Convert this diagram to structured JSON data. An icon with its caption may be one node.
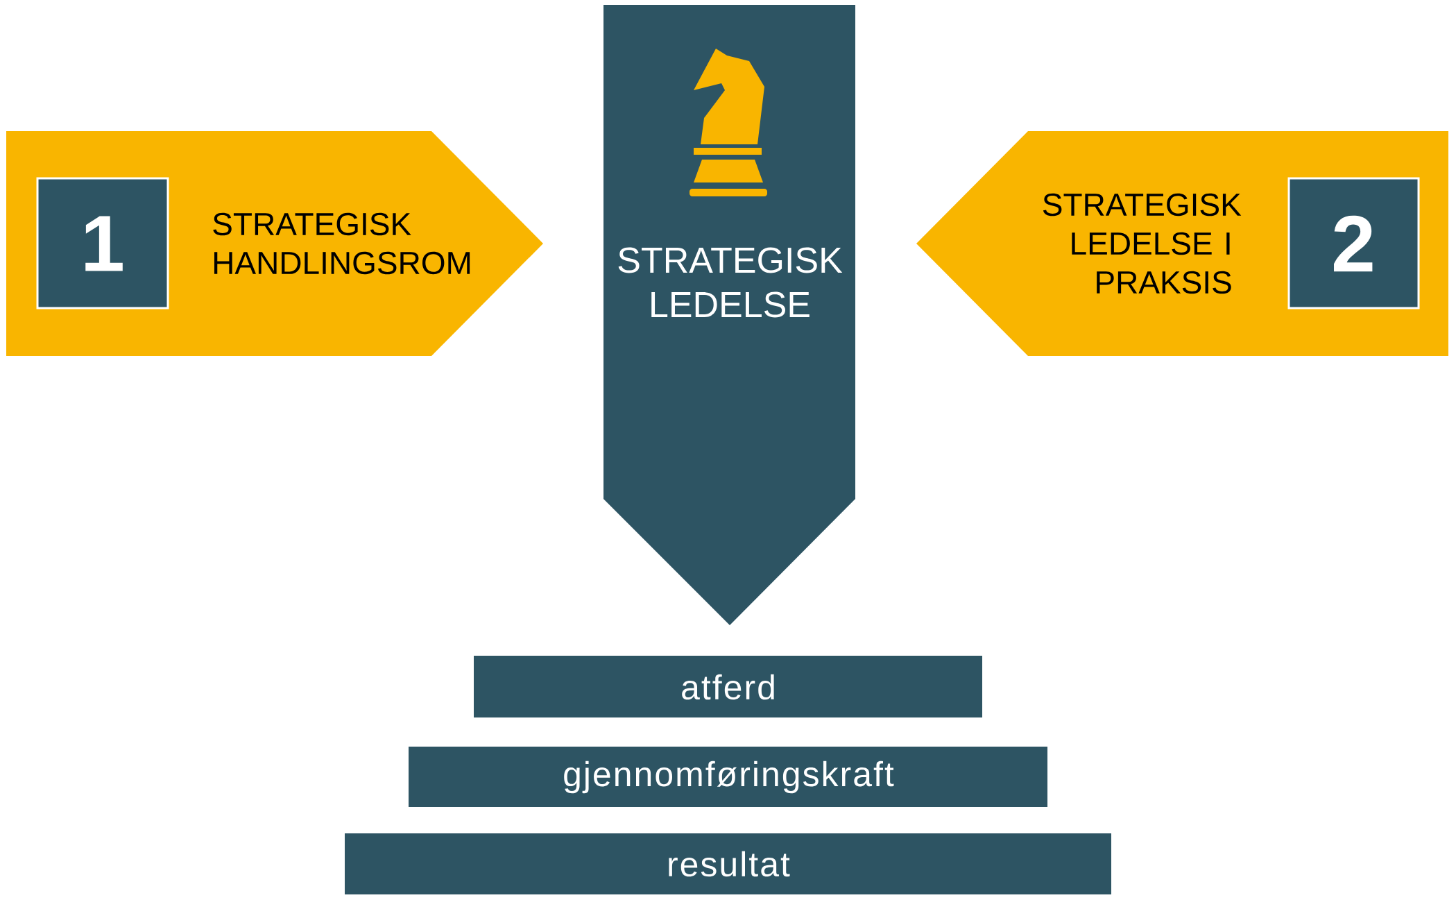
{
  "diagram": {
    "nodes": [
      {
        "text": [
          "STRATEGISK HANDLINGSROM"
        ]
      },
      {
        "text": [
          "1"
        ],
        "in": 0
      },
      {
        "text": [
          "STRATEGISK LEDELSE"
        ]
      },
      {
        "text": [
          "STRATEGISK LEDELSE I PRAKSIS"
        ]
      },
      {
        "text": [
          "2"
        ],
        "in": 3
      },
      {
        "text": [
          "atferd"
        ]
      },
      {
        "text": [
          "gjennomføringskraft"
        ]
      },
      {
        "text": [
          "resultat"
        ]
      }
    ]
  }
}
